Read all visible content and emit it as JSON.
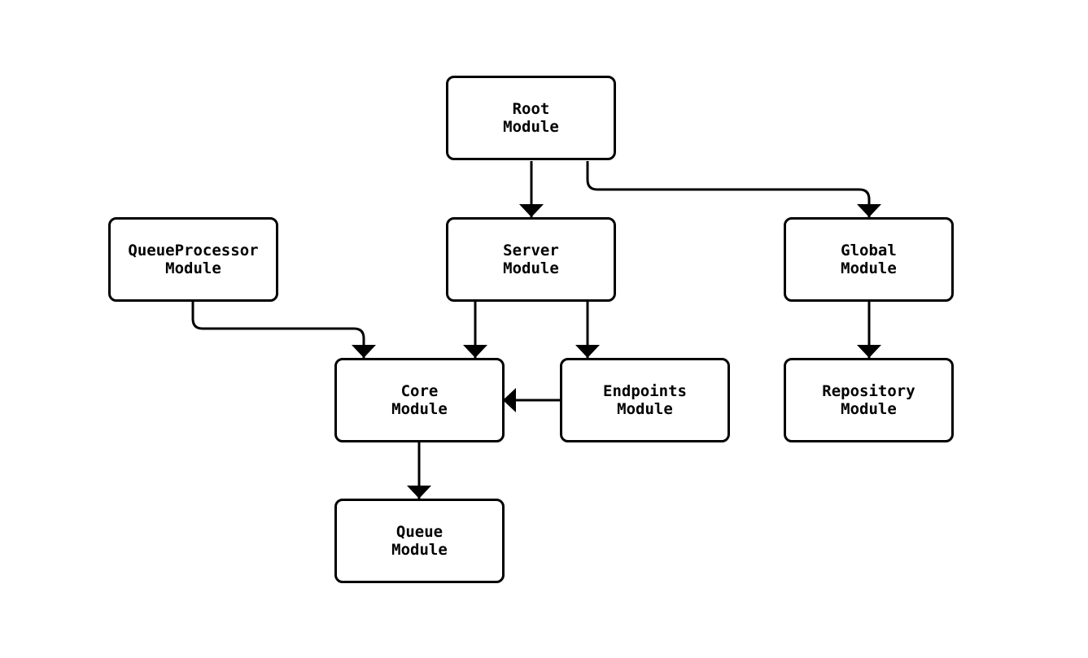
{
  "diagram": {
    "type": "module-dependency-flowchart",
    "background_color": "#ffffff",
    "stroke_color": "#000000",
    "node_fill_color": "#ffffff",
    "nodes": {
      "root": {
        "label": "Root\nModule"
      },
      "server": {
        "label": "Server\nModule"
      },
      "queueprocessor": {
        "label": "QueueProcessor\nModule"
      },
      "global": {
        "label": "Global\nModule"
      },
      "core": {
        "label": "Core\nModule"
      },
      "endpoints": {
        "label": "Endpoints\nModule"
      },
      "repository": {
        "label": "Repository\nModule"
      },
      "queue": {
        "label": "Queue\nModule"
      }
    },
    "edges": [
      {
        "from": "Root Module",
        "to": "Server Module"
      },
      {
        "from": "Root Module",
        "to": "Global Module"
      },
      {
        "from": "QueueProcessor Module",
        "to": "Core Module"
      },
      {
        "from": "Server Module",
        "to": "Core Module"
      },
      {
        "from": "Server Module",
        "to": "Endpoints Module"
      },
      {
        "from": "Endpoints Module",
        "to": "Core Module"
      },
      {
        "from": "Global Module",
        "to": "Repository Module"
      },
      {
        "from": "Core Module",
        "to": "Queue Module"
      }
    ]
  }
}
